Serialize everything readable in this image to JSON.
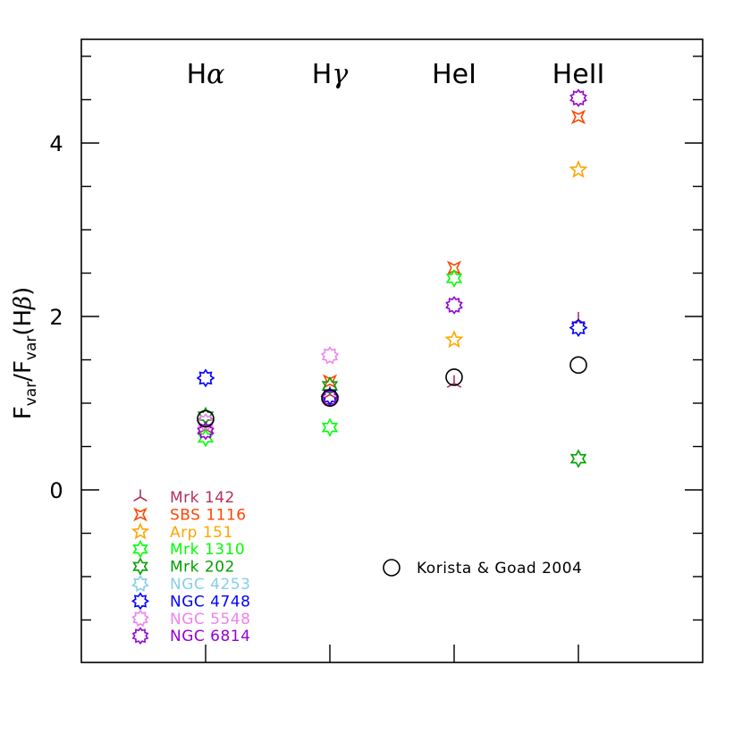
{
  "chart_data": {
    "type": "scatter",
    "title": "",
    "ylabel": "F_var/F_var(Hβ)",
    "ylim": [
      -2.0,
      5.3
    ],
    "y_ticks_labeled": [
      0,
      2,
      4
    ],
    "y_ticks_minor_step": 0.5,
    "categories": [
      "Hα",
      "Hγ",
      "HeI",
      "HeII"
    ],
    "series": [
      {
        "name": "Mrk 142",
        "marker": "tri-star",
        "color": "#b03060",
        "values": [
          0.7,
          1.1,
          1.23,
          1.96
        ]
      },
      {
        "name": "SBS 1116",
        "marker": "concave-star4",
        "color": "#ff4500",
        "values": [
          null,
          1.25,
          2.56,
          4.3
        ]
      },
      {
        "name": "Arp 151",
        "marker": "star5",
        "color": "#ffa500",
        "values": [
          null,
          null,
          1.73,
          3.69
        ]
      },
      {
        "name": "Mrk 1310",
        "marker": "star6",
        "color": "#00ff00",
        "values": [
          0.6,
          0.72,
          2.44,
          null
        ]
      },
      {
        "name": "Mrk 202",
        "marker": "star6",
        "color": "#00a000",
        "values": [
          0.85,
          1.2,
          null,
          0.36
        ]
      },
      {
        "name": "NGC 4253",
        "marker": "star7",
        "color": "#87ceeb",
        "values": [
          null,
          null,
          null,
          null
        ]
      },
      {
        "name": "NGC 4748",
        "marker": "star8",
        "color": "#0000ff",
        "values": [
          1.29,
          1.08,
          null,
          1.87
        ]
      },
      {
        "name": "NGC 5548",
        "marker": "star9",
        "color": "#ee82ee",
        "values": [
          0.78,
          1.55,
          null,
          null
        ]
      },
      {
        "name": "NGC 6814",
        "marker": "star10",
        "color": "#9400d3",
        "values": [
          0.68,
          1.06,
          2.13,
          4.52
        ]
      }
    ],
    "reference": {
      "name": "Korista & Goad 2004",
      "marker": "circle",
      "color": "#000000",
      "values": [
        0.82,
        1.06,
        1.3,
        1.44
      ]
    },
    "legend_position": "bottom-left",
    "grid": false
  }
}
